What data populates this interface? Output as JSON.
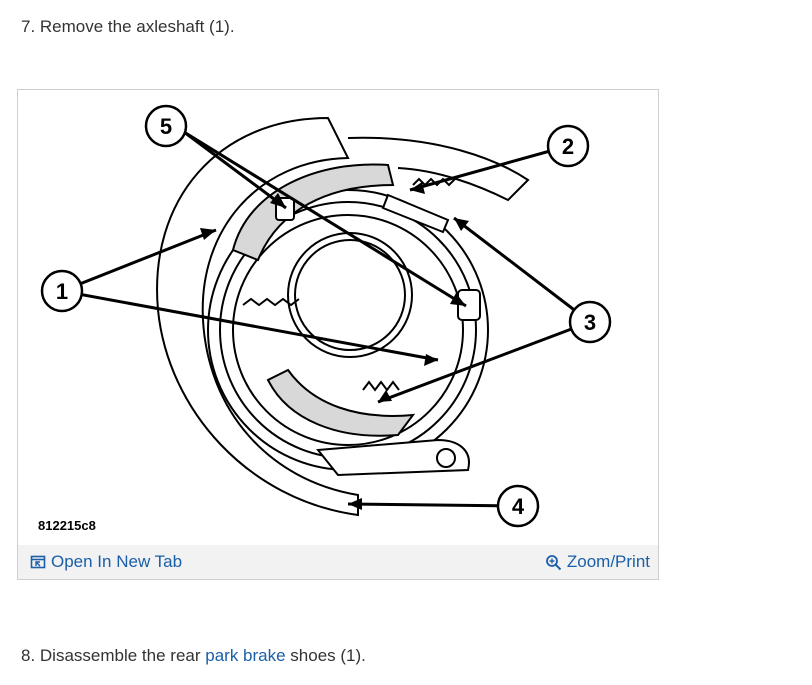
{
  "steps": {
    "step7": {
      "text": "7. Remove the axleshaft (1)."
    },
    "step8": {
      "prefix": "8. Disassemble the rear ",
      "link": "park brake",
      "suffix": " shoes (1)."
    }
  },
  "figure": {
    "code": "812215c8",
    "callouts": [
      "1",
      "2",
      "3",
      "4",
      "5"
    ],
    "toolbar": {
      "open_label": "Open In New Tab",
      "zoom_label": "Zoom/Print"
    }
  },
  "colors": {
    "link": "#1a5fa8",
    "text": "#333333",
    "toolbar_bg": "#f2f2f2"
  },
  "icons": {
    "open": "open-new-tab-icon",
    "zoom": "magnifier-icon"
  }
}
